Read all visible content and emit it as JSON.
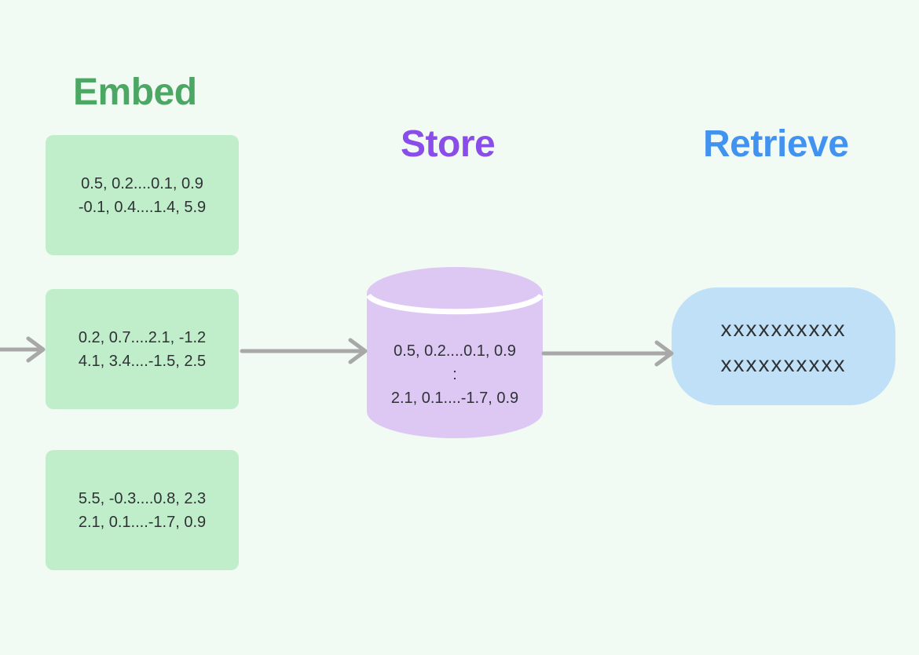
{
  "diagram": {
    "background": "#F1FAF3",
    "text_color": "#2F3135",
    "arrow_color": "#A8A8A8",
    "embed": {
      "title": "Embed",
      "title_color": "#4BA763",
      "box_fill": "#C0EECB",
      "boxes": [
        {
          "line1": "0.5, 0.2....0.1, 0.9",
          "line2": "-0.1, 0.4....1.4, 5.9"
        },
        {
          "line1": "0.2, 0.7....2.1, -1.2",
          "line2": "4.1, 3.4....-1.5, 2.5"
        },
        {
          "line1": "5.5, -0.3....0.8, 2.3",
          "line2": "2.1, 0.1....-1.7, 0.9"
        }
      ]
    },
    "store": {
      "title": "Store",
      "title_color": "#8B4DE9",
      "cylinder_fill": "#DCC8F3",
      "cylinder_divider_color": "#FFFFFF",
      "line1": "0.5, 0.2....0.1, 0.9",
      "line2": ":",
      "line3": "2.1, 0.1....-1.7, 0.9"
    },
    "retrieve": {
      "title": "Retrieve",
      "title_color": "#4293F0",
      "box_fill": "#BFE0F7",
      "line1": "xxxxxxxxxx",
      "line2": "xxxxxxxxxx"
    }
  }
}
